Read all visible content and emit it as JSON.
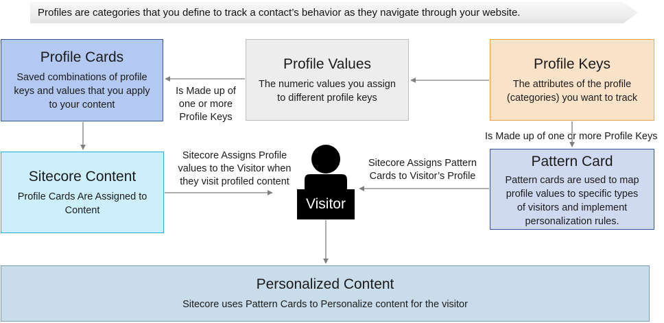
{
  "banner": {
    "text": "Profiles are categories that you define to track a contact’s behavior as they navigate through your website."
  },
  "boxes": {
    "profile_cards": {
      "title": "Profile Cards",
      "desc": [
        "Saved combinations of profile",
        "keys and values that you apply",
        "to your content"
      ]
    },
    "profile_values": {
      "title": "Profile Values",
      "desc": [
        "The numeric values you assign",
        "to different profile keys"
      ]
    },
    "profile_keys": {
      "title": "Profile Keys",
      "desc": [
        "The attributes of the profile",
        "(categories) you want to track"
      ]
    },
    "sitecore_content": {
      "title": "Sitecore Content",
      "desc": [
        "Profile Cards Are Assigned to",
        "Content"
      ]
    },
    "pattern_card": {
      "title": "Pattern Card",
      "desc": [
        "Pattern cards are used to map",
        "profile values to specific types",
        "of visitors and implement",
        "personalization rules."
      ]
    },
    "personalized_content": {
      "title": "Personalized Content",
      "desc": [
        "Sitecore uses Pattern Cards to Personalize content for the visitor"
      ]
    }
  },
  "visitor": {
    "label": "Visitor"
  },
  "edge_labels": {
    "made_up_left": [
      "Is Made up of",
      "one or more",
      "Profile Keys"
    ],
    "made_up_right": "Is Made up of one or more Profile Keys",
    "assigns_profile": [
      "Sitecore Assigns Profile",
      "values to the Visitor when",
      "they visit profiled content"
    ],
    "assigns_pattern": [
      "Sitecore Assigns Pattern",
      "Cards to Visitor’s Profile"
    ]
  },
  "colors": {
    "blue_fill": "#b4c9f2",
    "gray_fill": "#ededed",
    "orange_fill": "#fbe3c9",
    "cyan_fill": "#cdeffc",
    "steel_fill": "#cfd9f0",
    "bottom_fill": "#c9dcea",
    "arrow": "#7f7f7f",
    "visitor": "#000000"
  }
}
